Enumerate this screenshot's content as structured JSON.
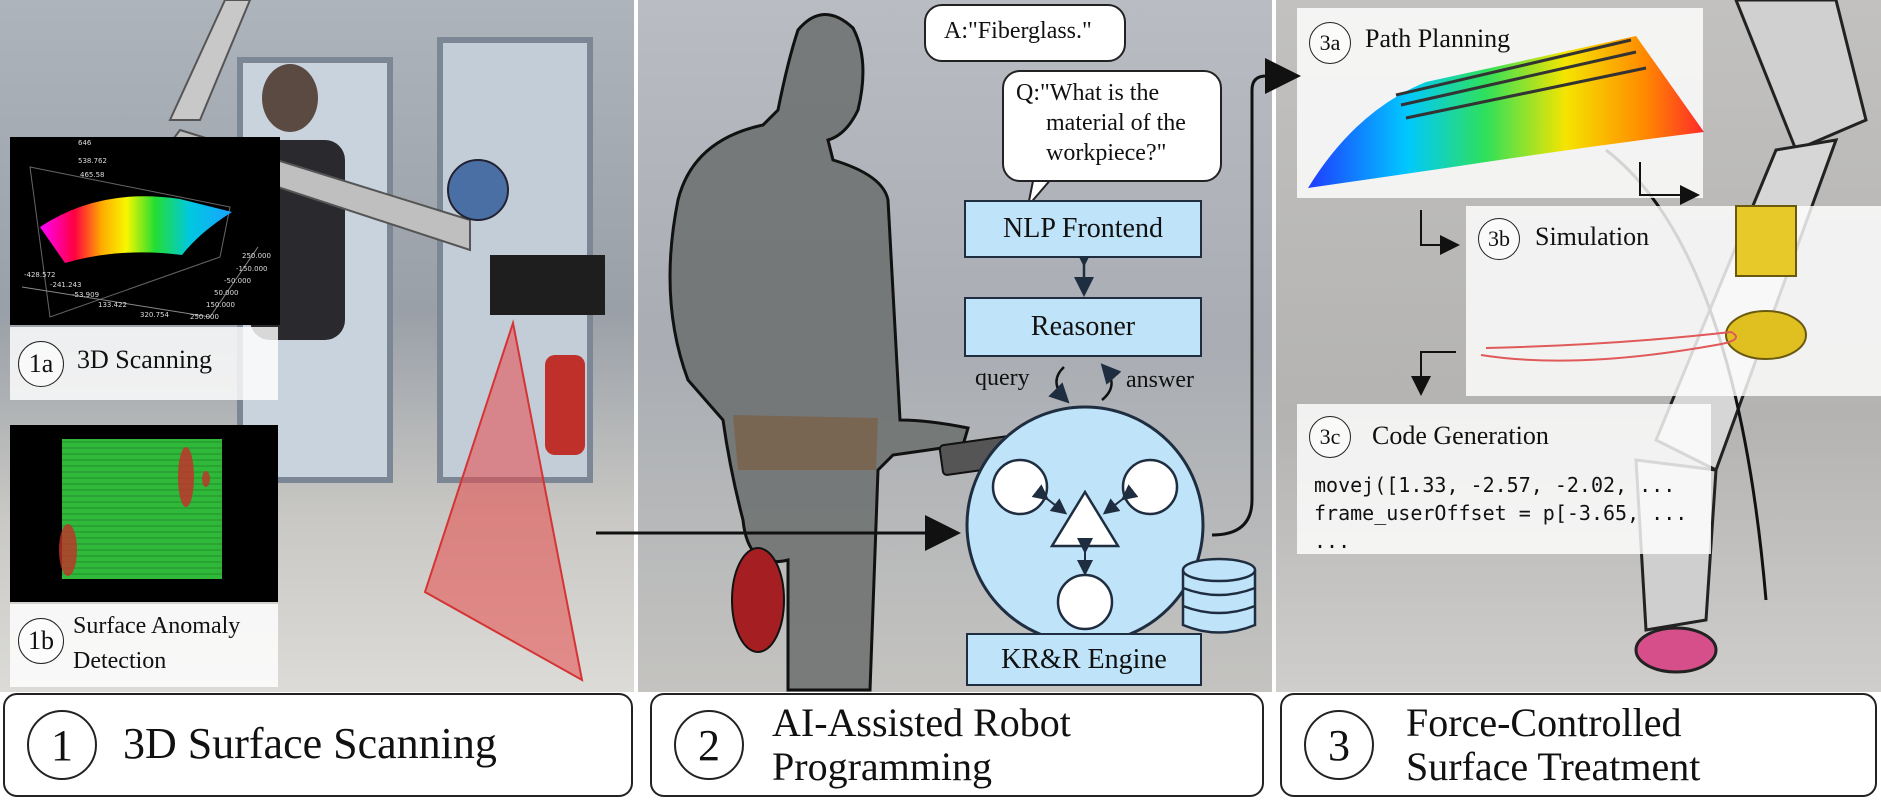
{
  "panel1": {
    "step_1a": {
      "number": "1a",
      "label": "3D Scanning"
    },
    "step_1b": {
      "number": "1b",
      "label_line1": "Surface Anomaly",
      "label_line2": "Detection"
    },
    "scan_plot_ticks": [
      "646",
      "538.762",
      "465.58",
      "250.000",
      "-150.000",
      "-50.000",
      "50.000",
      "150.000",
      "250.000",
      "-428.572",
      "-241.243",
      "-53.909",
      "133.422",
      "320.754"
    ]
  },
  "panel2": {
    "answer_bubble": "A:\"Fiberglass.\"",
    "question_bubble": {
      "line1": "Q:\"What is the",
      "line2": "material of the",
      "line3": "workpiece?\""
    },
    "nlp_frontend": "NLP Frontend",
    "reasoner": "Reasoner",
    "query_label": "query",
    "answer_label": "answer",
    "krr_engine": "KR&R Engine"
  },
  "panel3": {
    "step_3a": {
      "number": "3a",
      "label": "Path Planning"
    },
    "step_3b": {
      "number": "3b",
      "label": "Simulation"
    },
    "step_3c": {
      "number": "3c",
      "label": "Code Generation"
    },
    "code_lines": [
      "movej([1.33, -2.57, -2.02, ...",
      "frame_userOffset = p[-3.65, ...",
      "..."
    ]
  },
  "bottom": [
    {
      "number": "1",
      "line1": "3D Surface Scanning",
      "line2": ""
    },
    {
      "number": "2",
      "line1": "AI-Assisted Robot",
      "line2": "Programming"
    },
    {
      "number": "3",
      "line1": "Force-Controlled",
      "line2": "Surface Treatment"
    }
  ],
  "colors": {
    "box_fill": "#bfe3f8",
    "box_border": "#1f2d40",
    "laser": "#e84a4a",
    "anomaly_green": "#2fb83a",
    "anomaly_red": "#c0322a"
  }
}
